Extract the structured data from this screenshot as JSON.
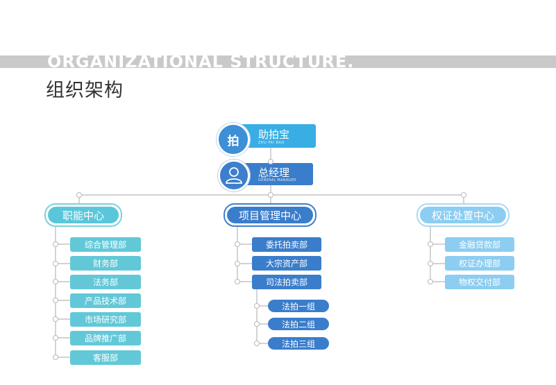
{
  "header": {
    "band_text": "ORGANIZATIONAL STRUCTURE.",
    "title": "组织架构"
  },
  "colors": {
    "band": "#c9c9c9",
    "root_circle": "#3d8fd6",
    "root_box": "#39aee4",
    "gm": "#3a7dcb",
    "col1": "#5bc6d9",
    "col2": "#3a7dcb",
    "col3": "#8ccdf1",
    "connector": "#b8b8b8"
  },
  "root": {
    "icon_char": "拍",
    "title": "助拍宝",
    "subtitle": "ZHU PAI BAO"
  },
  "gm": {
    "icon": "person-icon",
    "title": "总经理",
    "subtitle": "GENERAL MANAGER"
  },
  "departments": [
    {
      "name": "职能中心",
      "units": [
        "综合管理部",
        "财务部",
        "法务部",
        "产品技术部",
        "市场研究部",
        "品牌推广部",
        "客服部"
      ]
    },
    {
      "name": "项目管理中心",
      "units": [
        "委托拍卖部",
        "大宗资产部",
        "司法拍卖部"
      ],
      "sub_units": [
        "法拍一组",
        "法拍二组",
        "法拍三组"
      ]
    },
    {
      "name": "权证处置中心",
      "units": [
        "金融贷款部",
        "权证办理部",
        "物权交付部"
      ]
    }
  ]
}
